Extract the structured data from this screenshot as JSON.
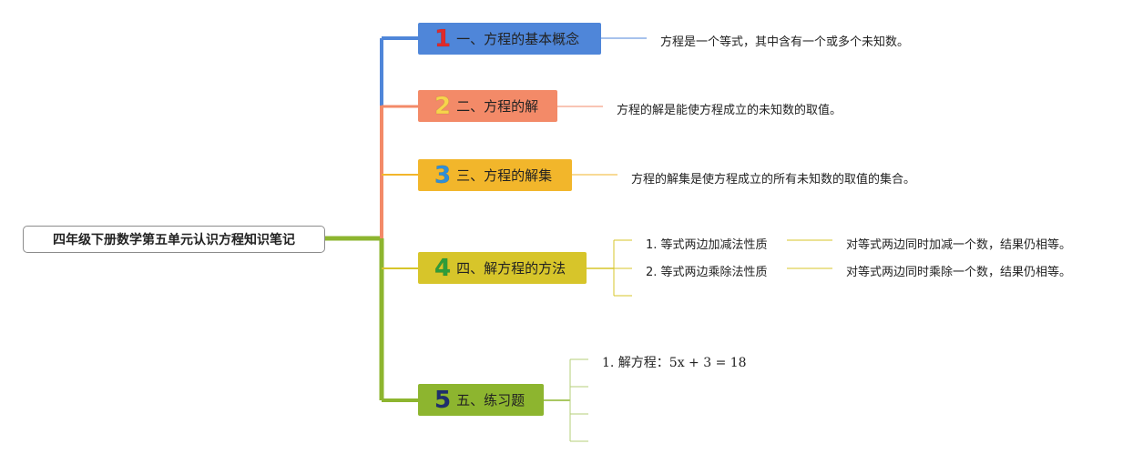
{
  "root": {
    "title": "四年级下册数学第五单元认识方程知识笔记"
  },
  "branches": [
    {
      "num": "1",
      "label": "一、方程的基本概念",
      "num_color": "#e02a2a",
      "bg": "#4f86d9",
      "note": "方程是一个等式，其中含有一个或多个未知数。"
    },
    {
      "num": "2",
      "label": "二、方程的解",
      "num_color": "#f7d44b",
      "bg": "#f38a68",
      "note": "方程的解是能使方程成立的未知数的取值。"
    },
    {
      "num": "3",
      "label": "三、方程的解集",
      "num_color": "#2f8fd8",
      "bg": "#f2b62b",
      "note": "方程的解集是使方程成立的所有未知数的取值的集合。"
    },
    {
      "num": "4",
      "label": "四、解方程的方法",
      "num_color": "#2e9d3a",
      "bg": "#d7c52a",
      "subs": [
        {
          "label": "1. 等式两边加减法性质",
          "note": "对等式两边同时加减一个数，结果仍相等。"
        },
        {
          "label": "2. 等式两边乘除法性质",
          "note": "对等式两边同时乘除一个数，结果仍相等。"
        }
      ]
    },
    {
      "num": "5",
      "label": "五、练习题",
      "num_color": "#1f2f6e",
      "bg": "#8db52f",
      "subs": [
        {
          "label": "1. 解方程：5x + 3 = 18"
        }
      ]
    }
  ]
}
